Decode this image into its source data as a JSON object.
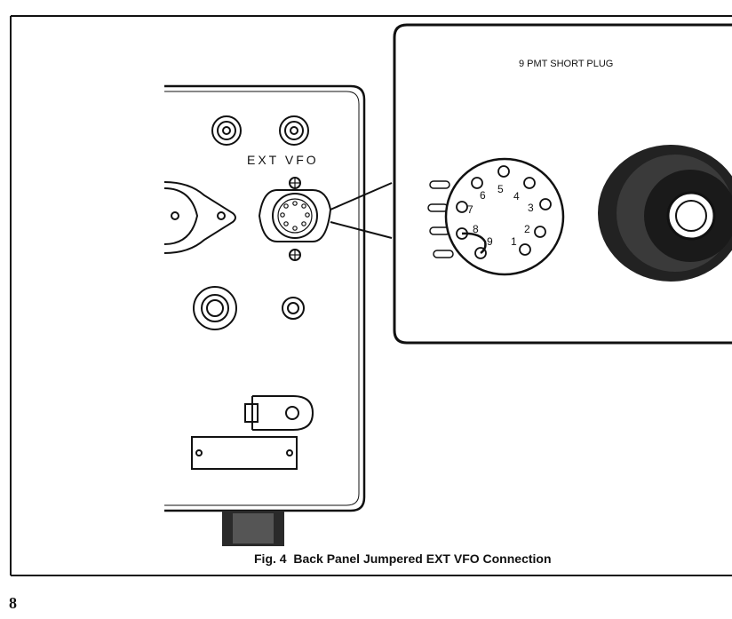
{
  "diagram": {
    "panel_label": "EXT VFO",
    "inset_title": "9 PMT SHORT PLUG",
    "pins": [
      "1",
      "2",
      "3",
      "4",
      "5",
      "6",
      "7",
      "8",
      "9"
    ],
    "caption": "Fig. 4  Back Panel Jumpered EXT VFO Connection"
  },
  "page": {
    "number": "8"
  }
}
